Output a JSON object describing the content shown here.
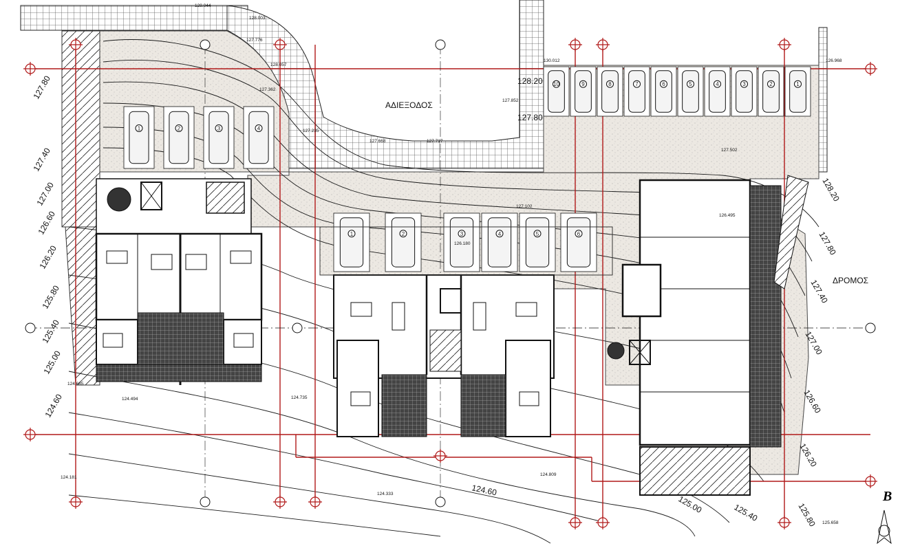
{
  "labels": {
    "dead_end": "ΑΔΙΕΞΟΔΟΣ",
    "road": "ΔΡΟΜΟΣ",
    "north_letter": "B"
  },
  "contour_labels": [
    "127.80",
    "127.40",
    "127.00",
    "126.60",
    "126.20",
    "125.80",
    "125.40",
    "125.00",
    "124.60",
    "124.60",
    "125.00",
    "125.40",
    "125.80",
    "126.20",
    "126.60",
    "127.00",
    "127.40",
    "127.80",
    "128.20",
    "128.20",
    "127.80"
  ],
  "spot_levels": [
    "128.044",
    "128.003",
    "127.776",
    "128.057",
    "127.362",
    "127.235",
    "127.668",
    "127.717",
    "127.852",
    "130.012",
    "126.968",
    "127.502",
    "126.495",
    "127.102",
    "126.180",
    "124.685",
    "124.494",
    "124.735",
    "124.181",
    "124.809",
    "124.333",
    "125.658"
  ],
  "parking_upper_right": [
    "10",
    "9",
    "8",
    "7",
    "6",
    "5",
    "4",
    "3",
    "2",
    "1"
  ],
  "parking_upper_left": [
    "1",
    "2",
    "3",
    "4"
  ],
  "parking_middle": [
    "1",
    "2",
    "3",
    "4",
    "5",
    "6"
  ],
  "colors": {
    "grid_axis": "#b01818",
    "paving_hatch": "#8a8a8a",
    "landscape_fill": "#e9e6e1",
    "wall": "#111111"
  }
}
